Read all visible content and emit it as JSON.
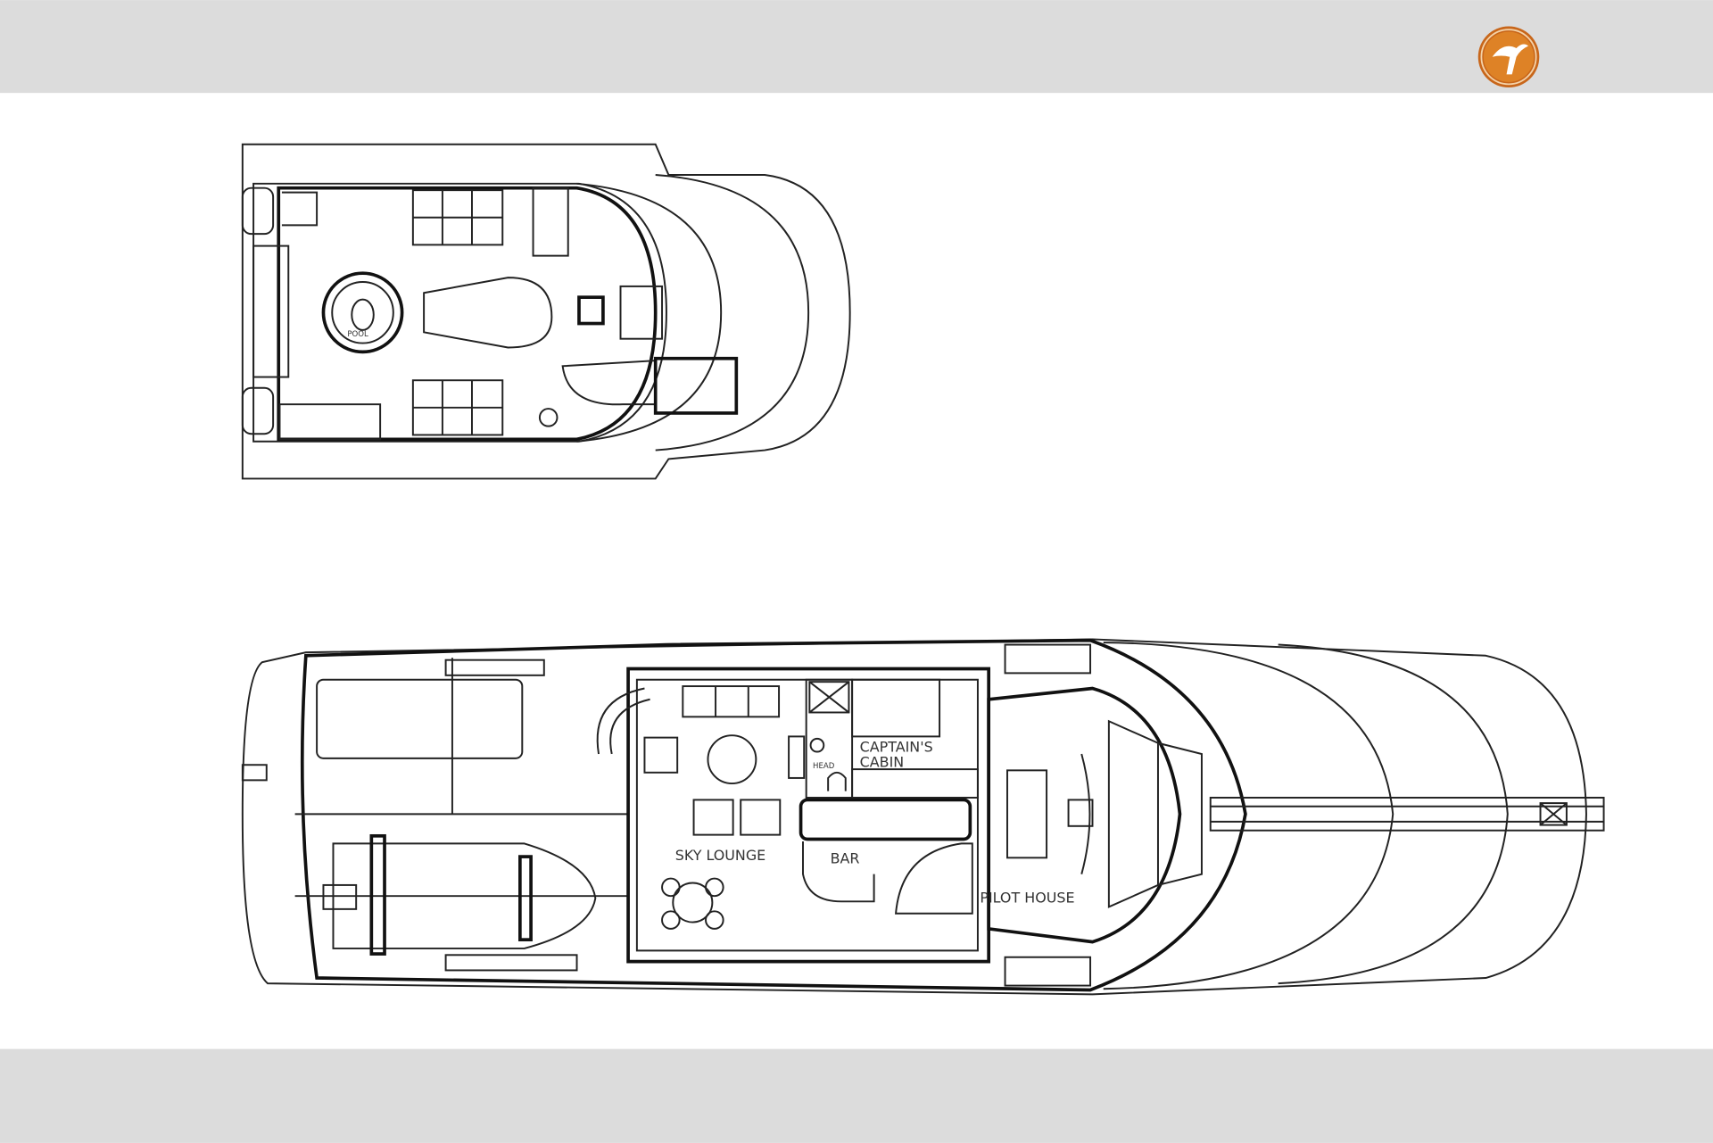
{
  "header": {
    "logo": "bird-logo",
    "logo_color": "#d9781e",
    "bar_color": "#dcdcdc"
  },
  "footer": {
    "bar_color": "#dcdcdc"
  },
  "upper_deck": {
    "labels": {
      "pool": "POOL"
    }
  },
  "main_deck": {
    "labels": {
      "sky_lounge": "SKY LOUNGE",
      "captains_cabin_1": "CAPTAIN'S",
      "captains_cabin_2": "CABIN",
      "head": "HEAD",
      "bar": "BAR",
      "pilot_house": "PILOT HOUSE"
    }
  }
}
